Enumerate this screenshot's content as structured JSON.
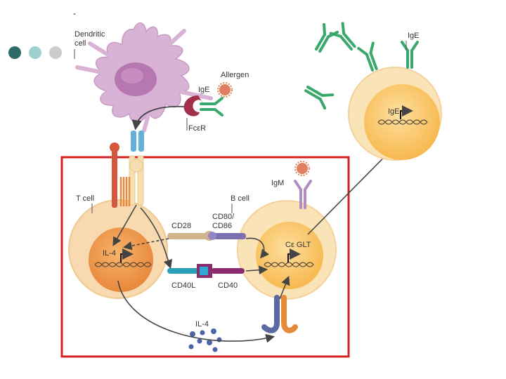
{
  "corner_mark": "-",
  "nav_dot_colors": [
    "#2e6b66",
    "#9fcfcf",
    "#cccccc"
  ],
  "labels": {
    "dendritic_cell": [
      "Dendritic",
      "cell"
    ],
    "allergen": "Allergen",
    "ige_dc": "IgE",
    "fcer": "FcεR",
    "ige_top": "IgE",
    "ige_bcell_gene": "IgE",
    "t_cell": "T cell",
    "b_cell": "B cell",
    "igm": "IgM",
    "cd80_86": [
      "CD80/",
      "CD86"
    ],
    "cd28": "CD28",
    "il4_gene": "IL-4",
    "ce_glt": "Cε GLT",
    "cd40l": "CD40L",
    "cd40": "CD40",
    "il4_secreted": "IL-4"
  },
  "colors": {
    "highlight_box": "#d42020",
    "dendritic": "#d9b3d6",
    "t_cell_outer": "#f8d9b0",
    "t_cell_inner": "#f0a050",
    "b_cell_outer": "#fbe3b8",
    "b_cell_inner": "#fcc868",
    "ige": "#3aa86a",
    "allergen": "#e08060"
  }
}
